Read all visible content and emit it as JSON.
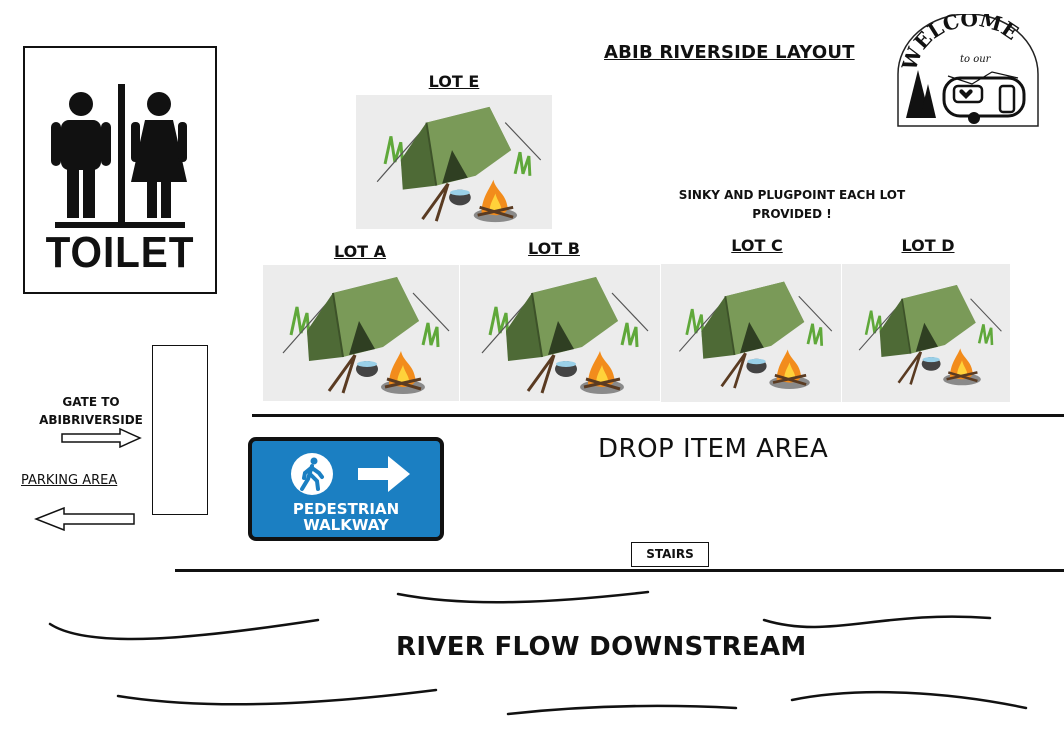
{
  "title": "ABIB RIVERSIDE LAYOUT",
  "lots": {
    "e": "LOT E",
    "a": "LOT A",
    "b": "LOT B",
    "c": "LOT C",
    "d": "LOT D"
  },
  "note": {
    "line1": "SINKY AND PLUGPOINT EACH LOT",
    "line2": "PROVIDED !"
  },
  "toilet": {
    "label": "TOILET"
  },
  "gate": {
    "line1": "GATE TO",
    "line2": "ABIBRIVERSIDE"
  },
  "parking": {
    "label": "PARKING AREA"
  },
  "pedestrian": {
    "line1": "PEDESTRIAN",
    "line2": "WALKWAY"
  },
  "drop_area": {
    "label": "DROP ITEM AREA"
  },
  "stairs": {
    "label": "STAIRS"
  },
  "river": {
    "label": "RIVER FLOW DOWNSTREAM"
  },
  "welcome": {
    "word1": "WELCOME",
    "word2": "to our"
  },
  "colors": {
    "tent_green": "#5f7d45",
    "sign_blue": "#1b7fc2",
    "fire_orange": "#f28c1c"
  },
  "icons": [
    "toilet-icon",
    "tent-icon",
    "campfire-icon",
    "pedestrian-icon",
    "arrow-right-icon",
    "arrow-left-icon",
    "camper-van-icon",
    "pine-tree-icon"
  ]
}
